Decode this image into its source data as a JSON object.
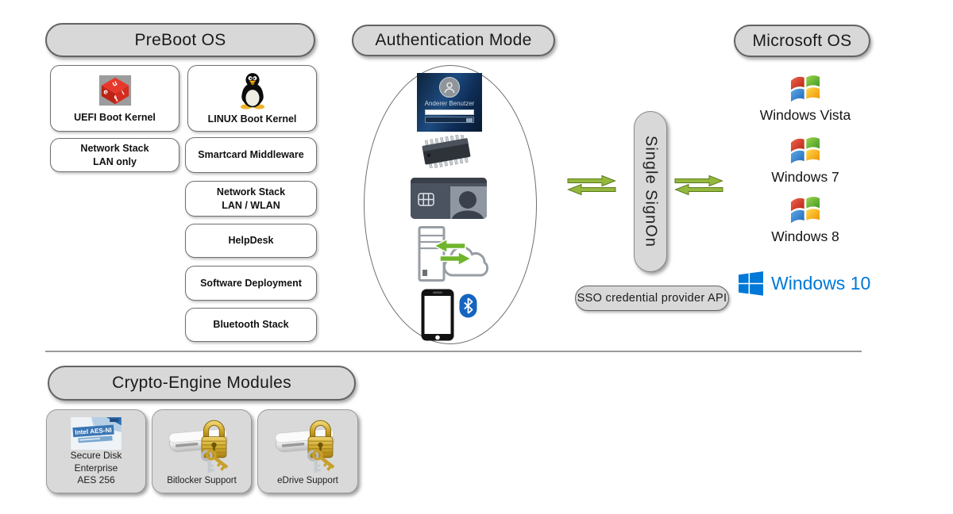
{
  "preboot": {
    "title": "PreBoot OS",
    "kernels": [
      {
        "label": "UEFI Boot Kernel",
        "icon": "uefi-logo-icon"
      },
      {
        "label": "LINUX Boot Kernel",
        "icon": "tux-penguin-icon"
      }
    ],
    "left_items": [
      "Network Stack\nLAN only"
    ],
    "right_items": [
      "Smartcard Middleware",
      "Network Stack\nLAN / WLAN",
      "HelpDesk",
      "Software Deployment",
      "Bluetooth Stack"
    ]
  },
  "auth": {
    "title": "Authentication Mode",
    "login": {
      "user_label": "Anderer Benutzer"
    },
    "method_icons": [
      "windows-login-screen",
      "tpm-chip",
      "smartcard",
      "network-cloud-sync",
      "smartphone-bluetooth"
    ]
  },
  "sso": {
    "label": "Single SignOn",
    "api_label": "SSO credential provider API"
  },
  "microsoft": {
    "title": "Microsoft OS",
    "os": [
      "Windows Vista",
      "Windows 7",
      "Windows 8",
      "Windows 10"
    ]
  },
  "crypto": {
    "title": "Crypto-Engine Modules",
    "intel_image_text": "Intel AES-NI",
    "modules": [
      {
        "label": "Secure Disk Enterprise\nAES 256",
        "image": "intel-aes-ni"
      },
      {
        "label": "Bitlocker Support",
        "image": "disk-padlock"
      },
      {
        "label": "eDrive Support",
        "image": "disk-padlock"
      }
    ]
  },
  "colors": {
    "arrow_green": "#94b83d",
    "sync_green": "#6fb52c",
    "win10_blue": "#0078d7",
    "bluetooth_blue": "#1565c0",
    "pill_gray": "#d8d8d8"
  }
}
